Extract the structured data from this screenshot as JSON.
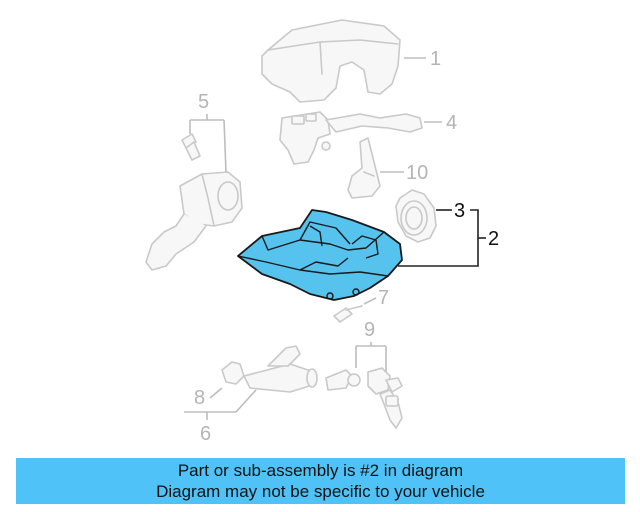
{
  "callouts": {
    "part_1": "1",
    "part_2": "2",
    "part_3": "3",
    "part_4": "4",
    "part_5": "5",
    "part_6": "6",
    "part_7": "7",
    "part_8": "8",
    "part_9": "9",
    "part_10": "10"
  },
  "highlighted_part": "2",
  "colors": {
    "highlight": "#56c2ee",
    "banner": "#4fc3f7",
    "ghost_stroke": "#c9c9c9"
  },
  "caption": {
    "line1": "Part or sub-assembly is #2 in diagram",
    "line2": "Diagram may not be specific to your vehicle"
  }
}
